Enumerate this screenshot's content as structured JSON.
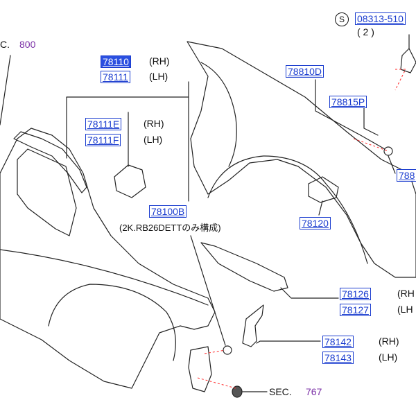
{
  "sections": {
    "sec_800": {
      "prefix": "C.",
      "number": "800"
    },
    "sec_767": {
      "prefix": "SEC.",
      "number": "767"
    }
  },
  "screw": {
    "symbol": "S",
    "part": "08313-510",
    "qty": "( 2 )"
  },
  "parts": {
    "p78110": {
      "no": "78110",
      "side": "(RH)"
    },
    "p78111": {
      "no": "78111",
      "side": "(LH)"
    },
    "p78111E": {
      "no": "78111E",
      "side": "(RH)"
    },
    "p78111F": {
      "no": "78111F",
      "side": "(LH)"
    },
    "p78100B": {
      "no": "78100B",
      "note": "(2K.RB26DETTのみ構成)"
    },
    "p78810D": {
      "no": "78810D"
    },
    "p78815P": {
      "no": "78815P"
    },
    "p788": {
      "no": "788"
    },
    "p78120": {
      "no": "78120"
    },
    "p78126": {
      "no": "78126",
      "side": "(RH"
    },
    "p78127": {
      "no": "78127",
      "side": "(LH"
    },
    "p78142": {
      "no": "78142",
      "side": "(RH)"
    },
    "p78143": {
      "no": "78143",
      "side": "(LH)"
    }
  },
  "colors": {
    "part_link": "#1a3ccf",
    "selected_bg": "#2a4fe0",
    "section_link": "#7a2fa6",
    "ink": "#111111"
  }
}
